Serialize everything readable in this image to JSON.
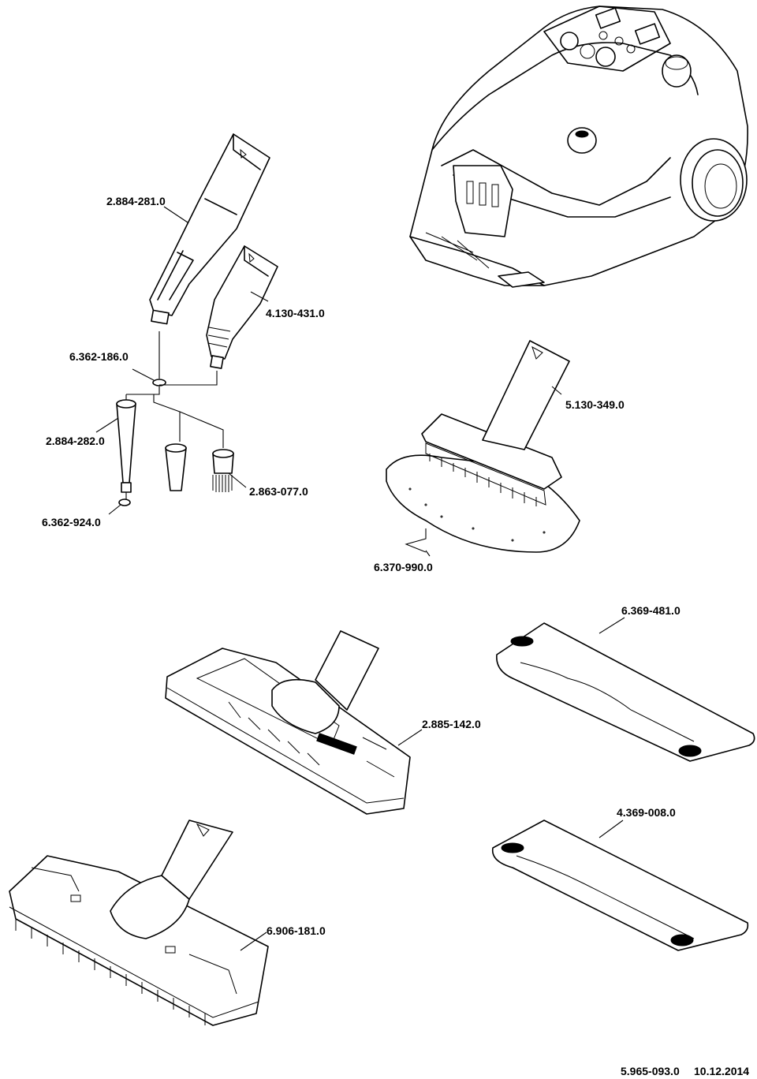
{
  "parts": [
    {
      "id": "p1",
      "number": "2.884-281.0"
    },
    {
      "id": "p2",
      "number": "4.130-431.0"
    },
    {
      "id": "p3",
      "number": "6.362-186.0"
    },
    {
      "id": "p4",
      "number": "2.884-282.0"
    },
    {
      "id": "p5",
      "number": "2.863-077.0"
    },
    {
      "id": "p6",
      "number": "6.362-924.0"
    },
    {
      "id": "p7",
      "number": "5.130-349.0"
    },
    {
      "id": "p8",
      "number": "6.370-990.0"
    },
    {
      "id": "p9",
      "number": "6.369-481.0"
    },
    {
      "id": "p10",
      "number": "2.885-142.0"
    },
    {
      "id": "p11",
      "number": "4.369-008.0"
    },
    {
      "id": "p12",
      "number": "6.906-181.0"
    }
  ],
  "footer": {
    "document_number": "5.965-093.0",
    "date": "10.12.2014"
  }
}
